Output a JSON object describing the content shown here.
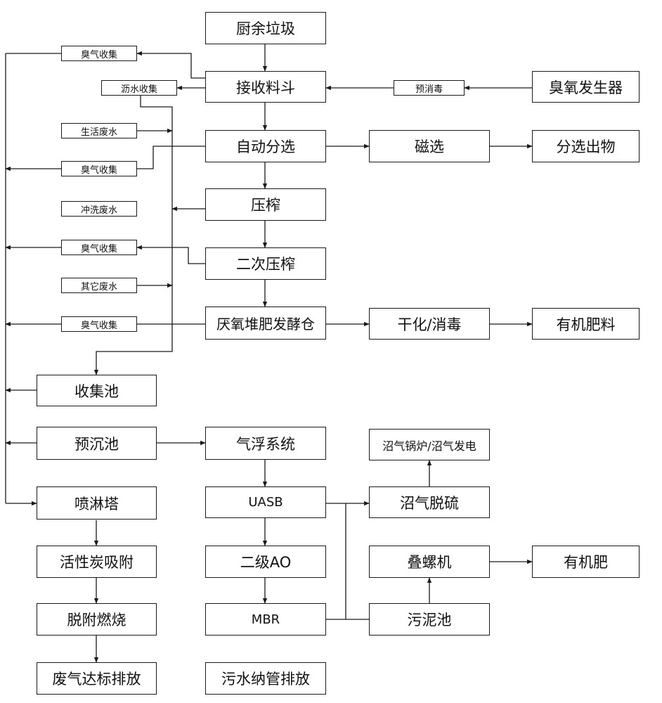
{
  "boxes": {
    "kitchen_waste": "厨余垃圾",
    "receiving_hopper": "接收料斗",
    "ozone_generator": "臭氧发生器",
    "pre_disinfection": "预消毒",
    "odor_collect_1": "臭气收集",
    "leachate_collect": "沥水收集",
    "domestic_wastewater": "生活废水",
    "auto_sorting": "自动分选",
    "magnetic_separation": "磁选",
    "sorted_output": "分选出物",
    "odor_collect_2": "臭气收集",
    "flush_wastewater": "冲洗废水",
    "pressing": "压榨",
    "odor_collect_3": "臭气收集",
    "secondary_pressing": "二次压榨",
    "other_wastewater": "其它废水",
    "odor_collect_4": "臭气收集",
    "anaerobic_compost_bin": "厌氧堆肥发酵仓",
    "drying_disinfection": "干化/消毒",
    "organic_fertilizer_material": "有机肥料",
    "collection_tank": "收集池",
    "pre_sedimentation_tank": "预沉池",
    "air_flotation_system": "气浮系统",
    "biogas_boiler_power": "沼气锅炉/沼气发电",
    "spray_tower": "喷淋塔",
    "uasb": "UASB",
    "biogas_desulfurization": "沼气脱硫",
    "activated_carbon_adsorption": "活性炭吸附",
    "secondary_ao": "二级AO",
    "screw_press": "叠螺机",
    "organic_fertilizer": "有机肥",
    "desorption_combustion": "脱附燃烧",
    "mbr": "MBR",
    "sludge_tank": "污泥池",
    "exhaust_discharge": "废气达标排放",
    "sewage_discharge": "污水纳管排放"
  }
}
